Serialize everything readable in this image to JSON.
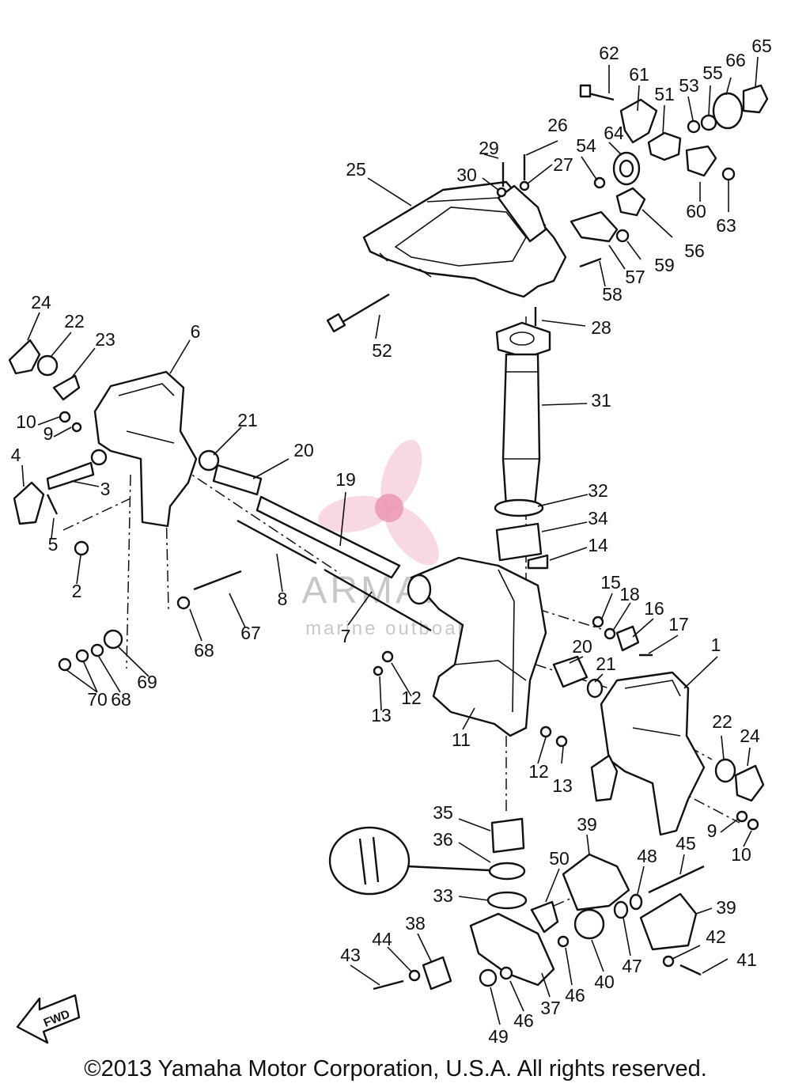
{
  "watermark": {
    "brand": "ARMADA",
    "tagline": "marine outboard",
    "logo_icon": "propeller-icon",
    "logo_color": "#f1b8cc"
  },
  "fwd_arrow_label": "FWD",
  "copyright": "©2013 Yamaha Motor Corporation, U.S.A. All rights reserved.",
  "callouts": [
    {
      "id": "62",
      "label": "62"
    },
    {
      "id": "61",
      "label": "61"
    },
    {
      "id": "65",
      "label": "65"
    },
    {
      "id": "66",
      "label": "66"
    },
    {
      "id": "55",
      "label": "55"
    },
    {
      "id": "53",
      "label": "53"
    },
    {
      "id": "51",
      "label": "51"
    },
    {
      "id": "26",
      "label": "26"
    },
    {
      "id": "29",
      "label": "29"
    },
    {
      "id": "64",
      "label": "64"
    },
    {
      "id": "54",
      "label": "54"
    },
    {
      "id": "27",
      "label": "27"
    },
    {
      "id": "30",
      "label": "30"
    },
    {
      "id": "25",
      "label": "25"
    },
    {
      "id": "60",
      "label": "60"
    },
    {
      "id": "63",
      "label": "63"
    },
    {
      "id": "56",
      "label": "56"
    },
    {
      "id": "59",
      "label": "59"
    },
    {
      "id": "57",
      "label": "57"
    },
    {
      "id": "58",
      "label": "58"
    },
    {
      "id": "52",
      "label": "52"
    },
    {
      "id": "28",
      "label": "28"
    },
    {
      "id": "24a",
      "label": "24"
    },
    {
      "id": "22a",
      "label": "22"
    },
    {
      "id": "23",
      "label": "23"
    },
    {
      "id": "6",
      "label": "6"
    },
    {
      "id": "31",
      "label": "31"
    },
    {
      "id": "10a",
      "label": "10"
    },
    {
      "id": "9a",
      "label": "9"
    },
    {
      "id": "21a",
      "label": "21"
    },
    {
      "id": "20a",
      "label": "20"
    },
    {
      "id": "4",
      "label": "4"
    },
    {
      "id": "3",
      "label": "3"
    },
    {
      "id": "19",
      "label": "19"
    },
    {
      "id": "32",
      "label": "32"
    },
    {
      "id": "5",
      "label": "5"
    },
    {
      "id": "34",
      "label": "34"
    },
    {
      "id": "14",
      "label": "14"
    },
    {
      "id": "2",
      "label": "2"
    },
    {
      "id": "8",
      "label": "8"
    },
    {
      "id": "15",
      "label": "15"
    },
    {
      "id": "18",
      "label": "18"
    },
    {
      "id": "16",
      "label": "16"
    },
    {
      "id": "17",
      "label": "17"
    },
    {
      "id": "67",
      "label": "67"
    },
    {
      "id": "7",
      "label": "7"
    },
    {
      "id": "68a",
      "label": "68"
    },
    {
      "id": "20b",
      "label": "20"
    },
    {
      "id": "1",
      "label": "1"
    },
    {
      "id": "21b",
      "label": "21"
    },
    {
      "id": "69",
      "label": "69"
    },
    {
      "id": "12a",
      "label": "12"
    },
    {
      "id": "70",
      "label": "70"
    },
    {
      "id": "68b",
      "label": "68"
    },
    {
      "id": "13a",
      "label": "13"
    },
    {
      "id": "11",
      "label": "11"
    },
    {
      "id": "22b",
      "label": "22"
    },
    {
      "id": "24b",
      "label": "24"
    },
    {
      "id": "12b",
      "label": "12"
    },
    {
      "id": "13b",
      "label": "13"
    },
    {
      "id": "35",
      "label": "35"
    },
    {
      "id": "39a",
      "label": "39"
    },
    {
      "id": "9b",
      "label": "9"
    },
    {
      "id": "10b",
      "label": "10"
    },
    {
      "id": "36",
      "label": "36"
    },
    {
      "id": "45",
      "label": "45"
    },
    {
      "id": "50",
      "label": "50"
    },
    {
      "id": "48",
      "label": "48"
    },
    {
      "id": "33",
      "label": "33"
    },
    {
      "id": "39b",
      "label": "39"
    },
    {
      "id": "38",
      "label": "38"
    },
    {
      "id": "44",
      "label": "44"
    },
    {
      "id": "43",
      "label": "43"
    },
    {
      "id": "42",
      "label": "42"
    },
    {
      "id": "41",
      "label": "41"
    },
    {
      "id": "40",
      "label": "40"
    },
    {
      "id": "47",
      "label": "47"
    },
    {
      "id": "46a",
      "label": "46"
    },
    {
      "id": "37",
      "label": "37"
    },
    {
      "id": "46b",
      "label": "46"
    },
    {
      "id": "49",
      "label": "49"
    }
  ]
}
